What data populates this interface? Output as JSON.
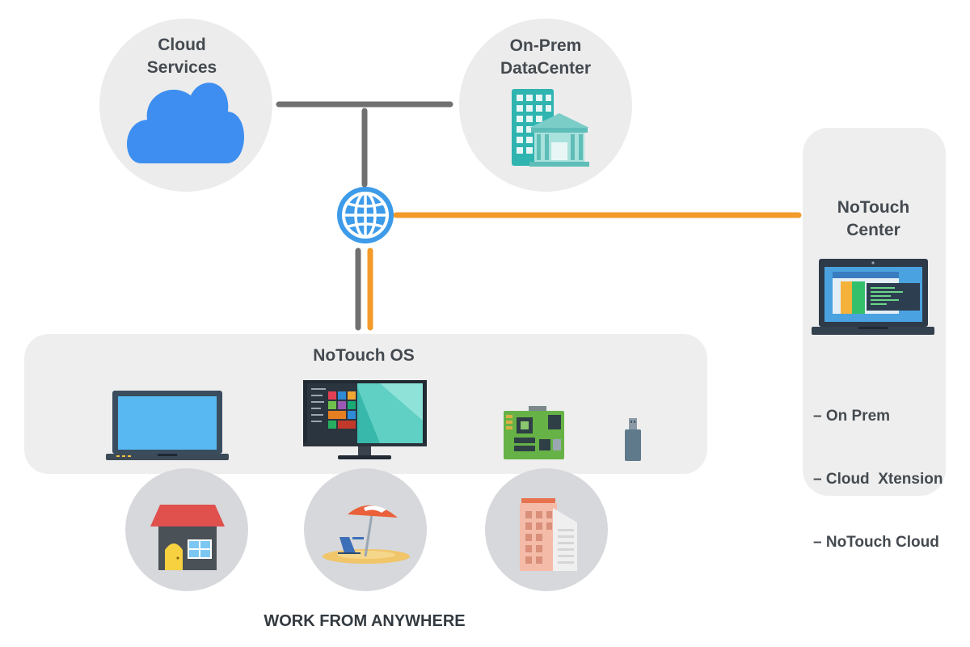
{
  "nodes": {
    "cloud": {
      "line1": "Cloud",
      "line2": "Services"
    },
    "onprem": {
      "line1": "On-Prem",
      "line2": "DataCenter"
    },
    "center": {
      "line1": "NoTouch",
      "line2": "Center"
    },
    "os": {
      "label": "NoTouch OS"
    }
  },
  "center_options": [
    "– On Prem",
    "– Cloud  Xtension",
    "– NoTouch Cloud"
  ],
  "footer": {
    "label": "WORK FROM ANYWHERE"
  },
  "icons": {
    "cloud": "cloud-icon",
    "datacenter": "datacenter-building-icon",
    "globe": "globe-icon",
    "laptop": "laptop-icon",
    "monitor": "desktop-monitor-icon",
    "board": "circuit-board-icon",
    "usb": "usb-stick-icon",
    "home": "house-icon",
    "beach": "beach-umbrella-icon",
    "office": "office-building-icon",
    "center_laptop": "management-console-laptop-icon"
  },
  "colors": {
    "panel": "#eeeeee",
    "circle_top": "#ececec",
    "circle_bottom": "#d6d8db",
    "grey_line": "#707070",
    "orange_line": "#f39a2b",
    "globe": "#3d9be9",
    "label_text": "#444a50"
  }
}
